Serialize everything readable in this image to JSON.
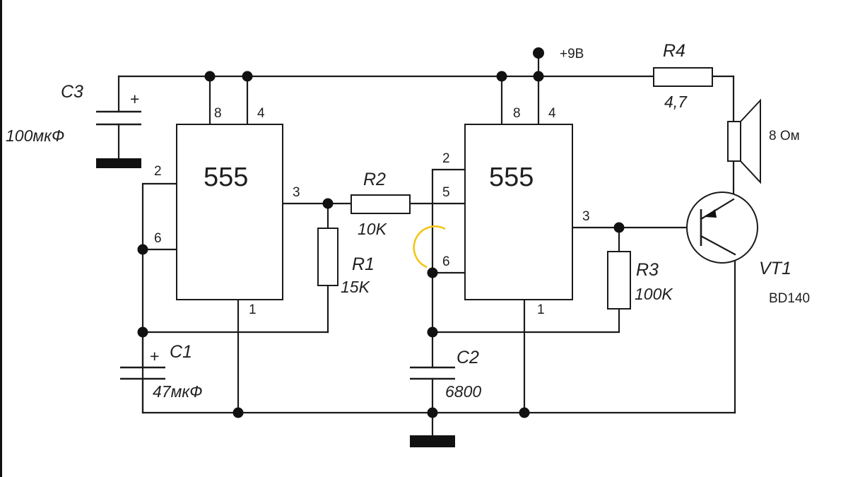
{
  "ic_left": {
    "label": "555",
    "pins": {
      "p8": "8",
      "p4": "4",
      "p2": "2",
      "p6": "6",
      "p3": "3",
      "p1": "1"
    }
  },
  "ic_right": {
    "label": "555",
    "pins": {
      "p8": "8",
      "p4": "4",
      "p2": "2",
      "p5": "5",
      "p6": "6",
      "p3": "3",
      "p1": "1"
    }
  },
  "components": {
    "c3": {
      "ref": "C3",
      "value": "100мкФ",
      "polarity": "+"
    },
    "c1": {
      "ref": "C1",
      "value": "47мкФ",
      "polarity": "+"
    },
    "c2": {
      "ref": "C2",
      "value": "6800"
    },
    "r1": {
      "ref": "R1",
      "value": "15K"
    },
    "r2": {
      "ref": "R2",
      "value": "10K"
    },
    "r3": {
      "ref": "R3",
      "value": "100K"
    },
    "r4": {
      "ref": "R4",
      "value": "4,7"
    },
    "vt1": {
      "ref": "VT1",
      "part": "BD140"
    },
    "speaker": {
      "value": "8 Ом"
    }
  },
  "supply": {
    "label": "+9В"
  },
  "colors": {
    "ink": "#1a1a1a",
    "highlight": "#f5c518",
    "background": "#ffffff"
  }
}
